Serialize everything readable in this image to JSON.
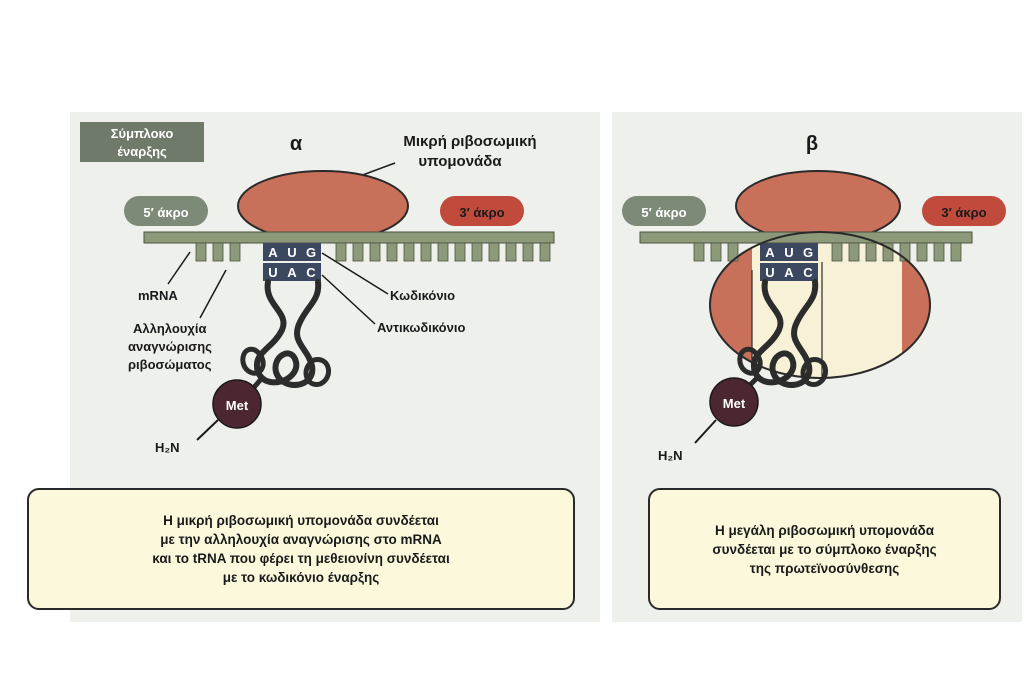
{
  "panel_a": {
    "letter": "α",
    "complex_label_line1": "Σύμπλοκο",
    "complex_label_line2": "έναρξης",
    "small_subunit_line1": "Μικρή ριβοσωμική",
    "small_subunit_line2": "υπομονάδα",
    "five_prime": "5′ άκρο",
    "three_prime": "3′ άκρο",
    "mrna": "mRNA",
    "recognition_line1": "Αλληλουχία",
    "recognition_line2": "αναγνώρισης",
    "recognition_line3": "ριβοσώματος",
    "codon": "Κωδικόνιο",
    "anticodon": "Αντικωδικόνιο",
    "met": "Met",
    "h2n": "H₂N",
    "codon_bases": [
      "A",
      "U",
      "G"
    ],
    "anticodon_bases": [
      "U",
      "A",
      "C"
    ],
    "caption": "Η μικρή ριβοσωμική υπομονάδα συνδέεται\nμε την αλληλουχία αναγνώρισης στο mRNA\nκαι το tRNA που φέρει τη μεθειονίνη συνδέεται\nμε το κωδικόνιο έναρξης"
  },
  "panel_b": {
    "letter": "β",
    "five_prime": "5′ άκρο",
    "three_prime": "3′ άκρο",
    "met": "Met",
    "h2n": "H₂N",
    "codon_bases": [
      "A",
      "U",
      "G"
    ],
    "anticodon_bases": [
      "U",
      "A",
      "C"
    ],
    "caption": "Η μεγάλη ριβοσωμική υπομονάδα\nσυνδέεται με το σύμπλοκο έναρξης\nτης πρωτεϊνοσύνθεσης"
  },
  "colors": {
    "ribosome": "#c8705a",
    "three_prime_tag": "#c04a3c",
    "five_prime_tag": "#7e8a78",
    "complex_tag": "#6f7a6a",
    "mrna_strand": "#8d9a7a",
    "caption_bg": "#fbf8dc"
  }
}
